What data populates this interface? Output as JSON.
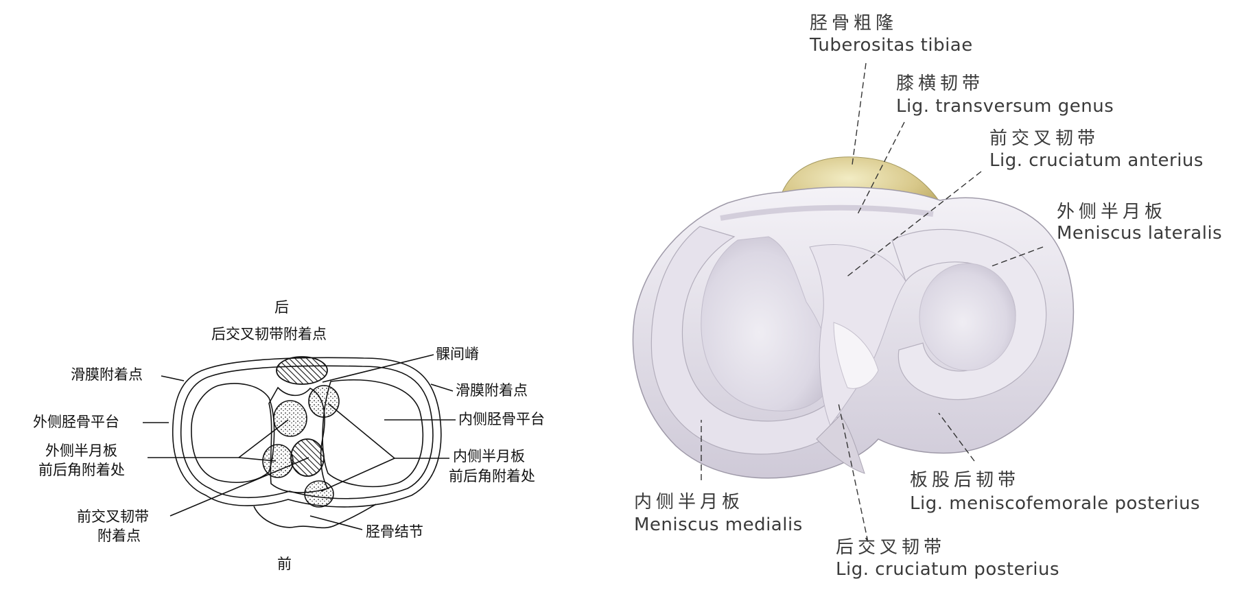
{
  "left_diagram": {
    "top_label": "后",
    "bottom_label": "前",
    "labels": {
      "pcl_attach": "后交叉韧带附着点",
      "synovium_left": "滑膜附着点",
      "intercondylar": "髁间嵴",
      "synovium_right": "滑膜附着点",
      "lateral_plateau": "外侧胫骨平台",
      "medial_plateau": "内侧胫骨平台",
      "lat_meniscus_1": "外侧半月板",
      "lat_meniscus_2": "前后角附着处",
      "med_meniscus_1": "内侧半月板",
      "med_meniscus_2": "前后角附着处",
      "acl_attach_1": "前交叉韧带",
      "acl_attach_2": "附着点",
      "tibial_tubercle": "胫骨结节"
    }
  },
  "right_diagram": {
    "labels": [
      {
        "id": "tuberositas",
        "zh": "胫骨粗隆",
        "la": "Tuberositas tibiae"
      },
      {
        "id": "lig-transversum",
        "zh": "膝横韧带",
        "la": "Lig. transversum genus"
      },
      {
        "id": "lig-cruciatum-anterius",
        "zh": "前交叉韧带",
        "la": "Lig. cruciatum anterius"
      },
      {
        "id": "meniscus-lateralis",
        "zh": "外侧半月板",
        "la": "Meniscus lateralis"
      },
      {
        "id": "lig-meniscofemorale",
        "zh": "板股后韧带",
        "la": "Lig. meniscofemorale posterius"
      },
      {
        "id": "meniscus-medialis",
        "zh": "内侧半月板",
        "la": "Meniscus medialis"
      },
      {
        "id": "lig-cruciatum-posterius",
        "zh": "后交叉韧带",
        "la": "Lig. cruciatum posterius"
      }
    ]
  }
}
